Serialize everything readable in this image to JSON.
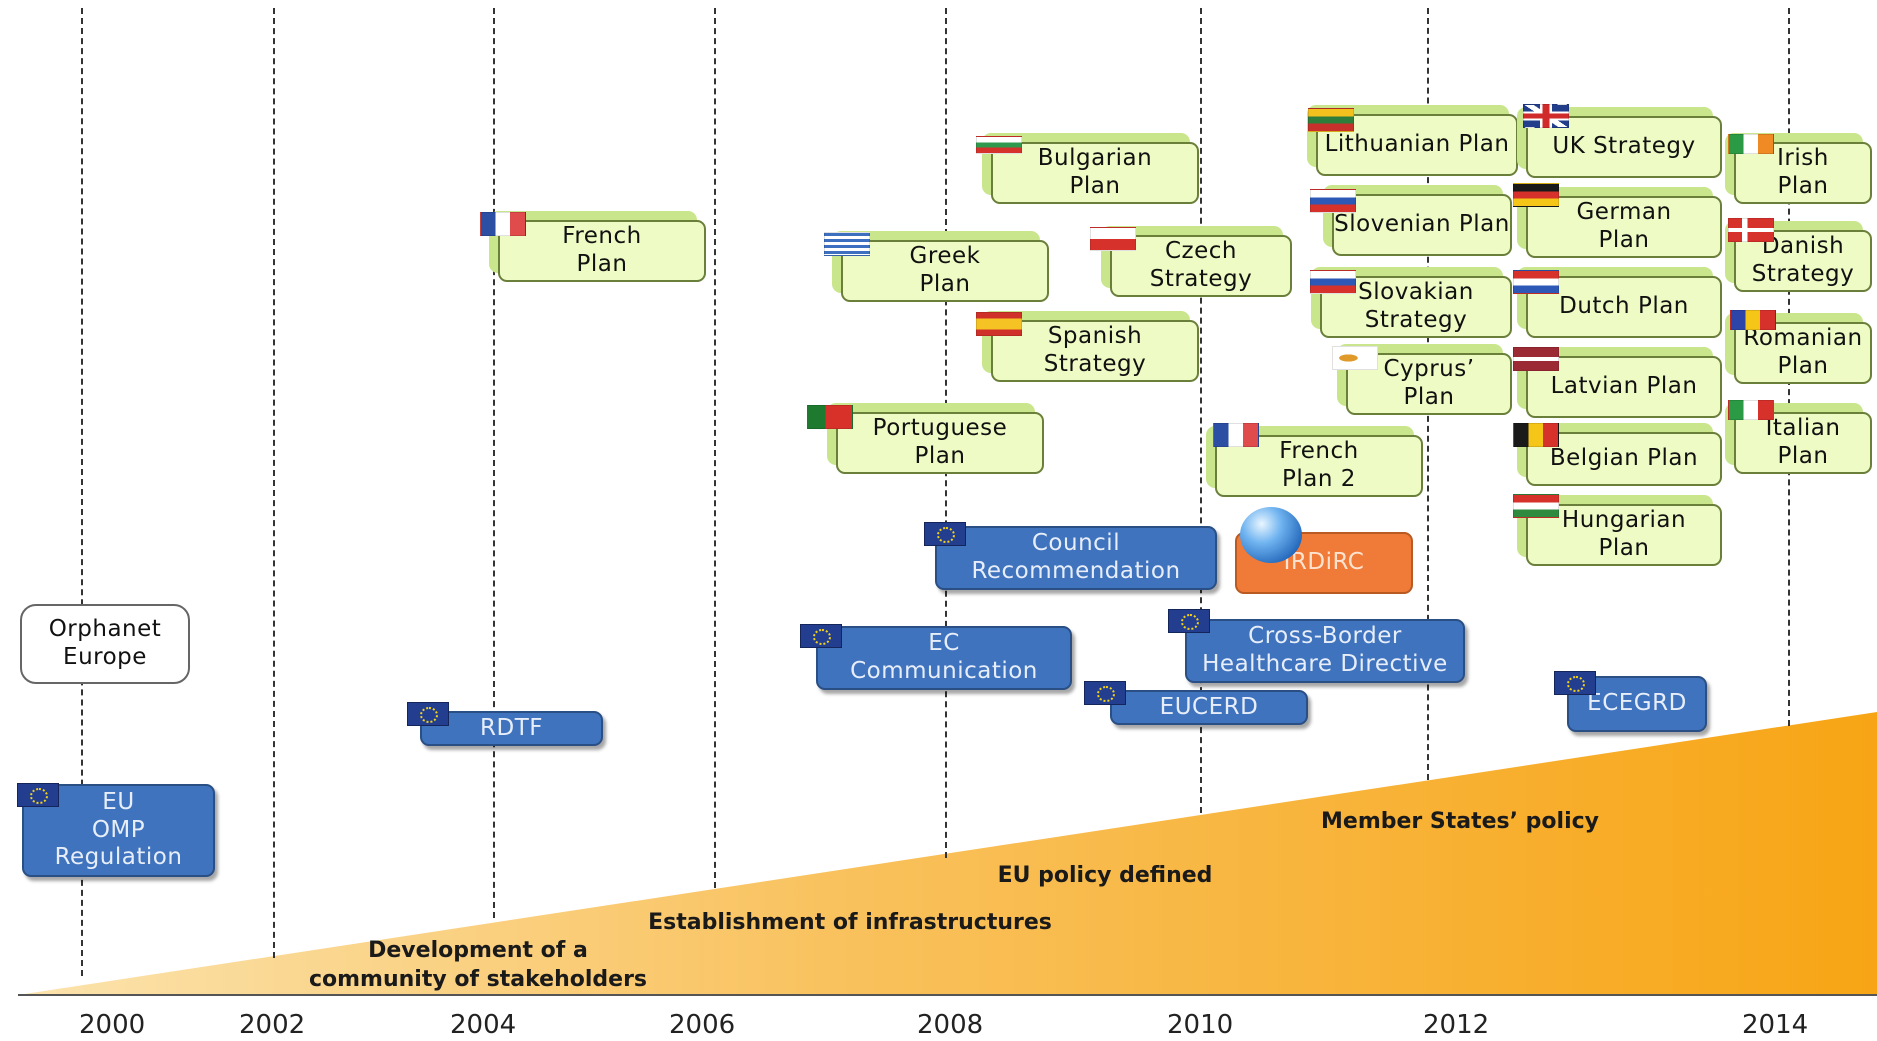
{
  "years": [
    "2000",
    "2002",
    "2004",
    "2006",
    "2008",
    "2010",
    "2012",
    "2014"
  ],
  "phases": {
    "community": "Development of a\ncommunity of stakeholders",
    "infrastructures": "Establishment of infrastructures",
    "eu_policy": "EU policy defined",
    "member_states": "Member States’ policy"
  },
  "orphanet": "Orphanet\nEurope",
  "eu_items": {
    "omp": "EU\nOMP\nRegulation",
    "rdtf": "RDTF",
    "ec_comm": "EC\nCommunication",
    "council": "Council\nRecommendation",
    "eucerd": "EUCERD",
    "cross_border": "Cross-Border\nHealthcare Directive",
    "ecegrd": "ECEGRD"
  },
  "irdirc": "IRDiRC",
  "plans": {
    "french1": "French\nPlan",
    "greek": "Greek\nPlan",
    "portuguese": "Portuguese\nPlan",
    "bulgarian": "Bulgarian\nPlan",
    "spanish": "Spanish\nStrategy",
    "czech": "Czech\nStrategy",
    "french2": "French\nPlan 2",
    "lithuanian": "Lithuanian Plan",
    "slovenian": "Slovenian Plan",
    "slovakian": "Slovakian\nStrategy",
    "cyprus": "Cyprus’\nPlan",
    "uk": "UK Strategy",
    "german": "German\nPlan",
    "dutch": "Dutch Plan",
    "latvian": "Latvian Plan",
    "belgian": "Belgian Plan",
    "hungarian": "Hungarian\nPlan",
    "irish": "Irish\nPlan",
    "danish": "Danish\nStrategy",
    "romanian": "Romanian\nPlan",
    "italian": "Italian\nPlan"
  },
  "colors": {
    "plan_fill": "#eefbc4",
    "eu_fill": "#3f73bd",
    "irdirc_fill": "#f07a37",
    "ramp_fill": "#f8a81a"
  }
}
